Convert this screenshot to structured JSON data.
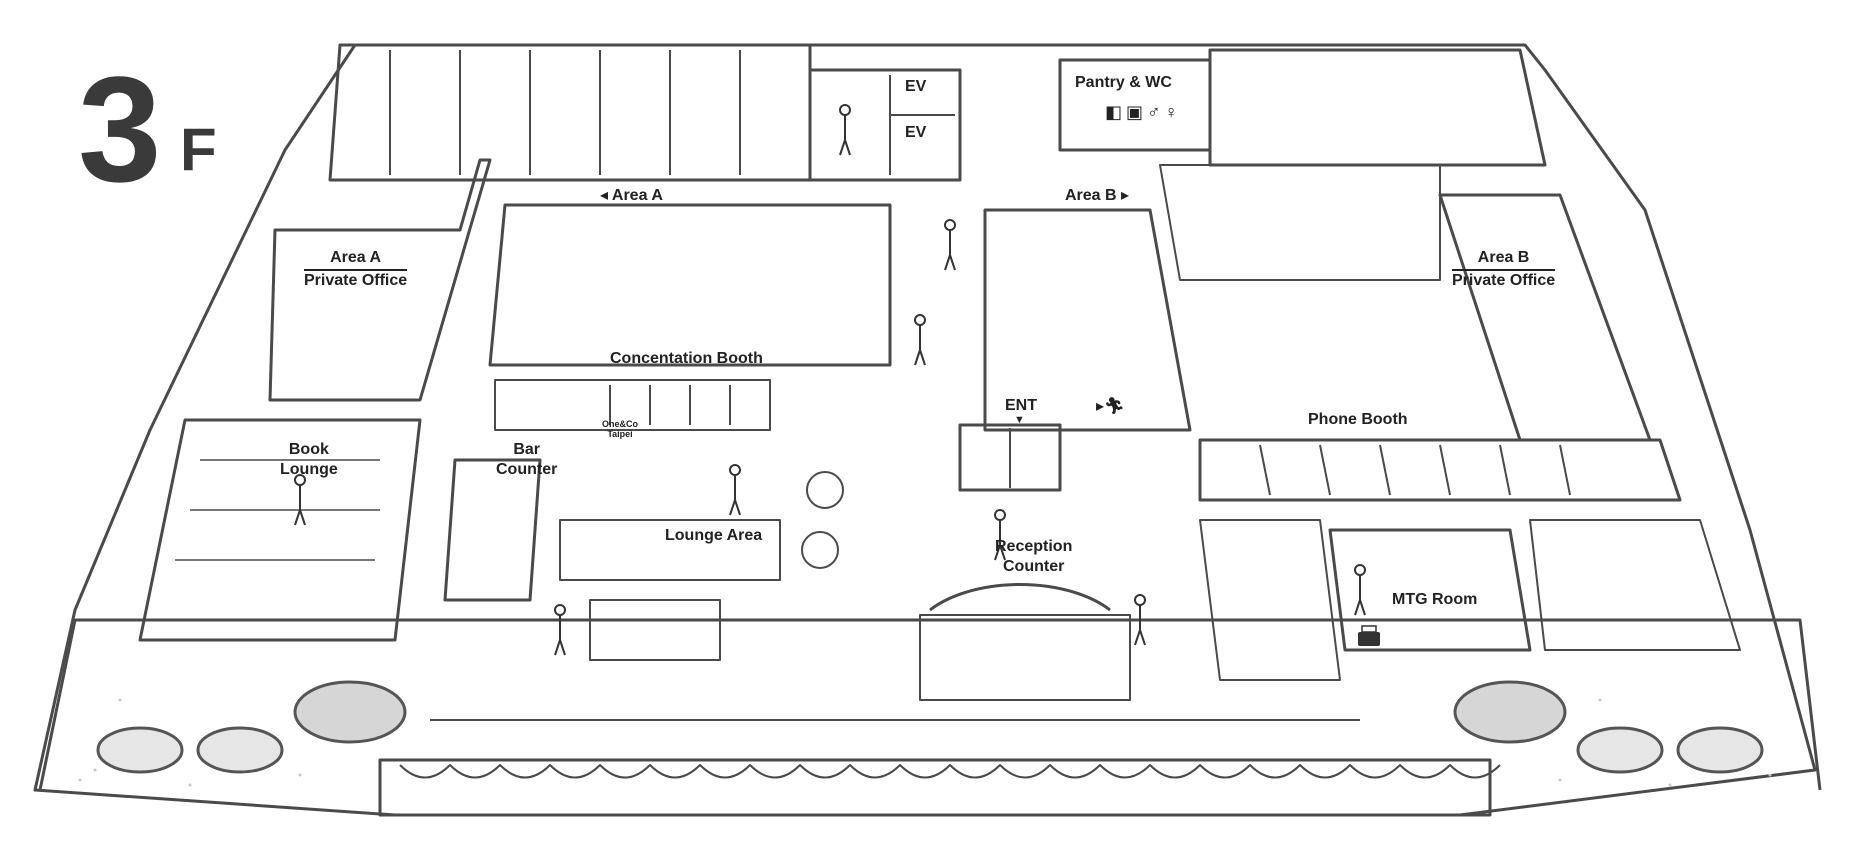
{
  "floor": {
    "number": "3",
    "suffix": "F"
  },
  "colors": {
    "line": "#4a4a4a",
    "label": "#222222",
    "plant": "#555555",
    "ground": "#f2f2f2"
  },
  "areas": {
    "ev_top": "EV",
    "ev_bottom": "EV",
    "pantry": "Pantry & WC",
    "area_a_arrow": "◂ Area A",
    "area_b_arrow": "Area B ▸",
    "area_a_office": {
      "line1": "Area A",
      "line2": "Private Office"
    },
    "area_b_office": {
      "line1": "Area B",
      "line2": "Private Office"
    },
    "concentation_booth": "Concentation Booth",
    "ent": "ENT",
    "phone_booth": "Phone Booth",
    "book_lounge": {
      "line1": "Book",
      "line2": "Lounge"
    },
    "bar_counter": {
      "line1": "Bar",
      "line2": "Counter"
    },
    "lounge_area": "Lounge Area",
    "reception": {
      "line1": "Reception",
      "line2": "Counter"
    },
    "mtg_room": "MTG Room",
    "brand": {
      "line1": "One&Co",
      "line2": "Taipei"
    }
  },
  "icons": {
    "pantry": [
      "cup-icon",
      "microwave-icon",
      "toilet-icon"
    ],
    "exit": "exit-person-icon",
    "printer": "printer-icon"
  }
}
